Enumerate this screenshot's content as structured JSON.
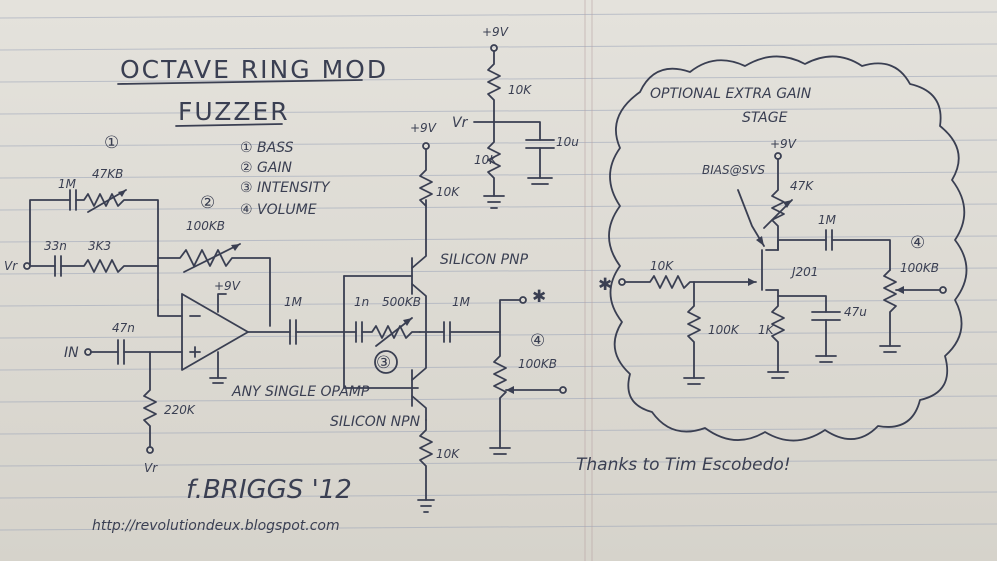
{
  "title": {
    "line1": "OCTAVE RING MOD",
    "line2": "FUZZER"
  },
  "legend": [
    "① BASS",
    "② GAIN",
    "③ INTENSITY",
    "④ VOLUME"
  ],
  "markers": {
    "m1": "①",
    "m2": "②",
    "m3": "③",
    "m4a": "④",
    "m4b": "④"
  },
  "labels": {
    "vr_left": "Vr",
    "in": "IN",
    "vr_bottom": "Vr",
    "vr_top": "Vr",
    "c_1m_fb": "1M",
    "pot_47kb": "47KB",
    "c_33n": "33n",
    "r_3k3": "3K3",
    "pot_100kb_gain": "100KB",
    "plus9v_opamp": "+9V",
    "c_47n": "47n",
    "r_220k": "220K",
    "opamp_note": "ANY SINGLE OPAMP",
    "c_1m_out": "1M",
    "c_1n": "1n",
    "pot_500kb": "500KB",
    "c_1m_2": "1M",
    "plus9v_pnp": "+9V",
    "r_10k_pnp": "10K",
    "pnp_label": "SILICON PNP",
    "npn_label": "SILICON NPN",
    "r_10k_npn": "10K",
    "pot_100kb_vol": "100KB",
    "star": "✱",
    "plus9v_div": "+9V",
    "r_10k_top": "10K",
    "r_10k_bot": "10K",
    "c_10u": "10u",
    "signature": "f.BRIGGS '12",
    "url": "http://revolutiondeux.blogspot.com",
    "credit": "Thanks to Tim Escobedo!",
    "extra_title_1": "OPTIONAL EXTRA GAIN",
    "extra_title_2": "STAGE",
    "bias": "BIAS@SVS",
    "plus9v_jfet": "+9V",
    "r_47k": "47K",
    "c_1m_jfet": "1M",
    "jfet": "J201",
    "r_10k_in": "10K",
    "r_100k": "100K",
    "r_1k": "1K",
    "c_47u": "47u",
    "pot_100kb_extra": "100KB",
    "star_in": "✱"
  }
}
